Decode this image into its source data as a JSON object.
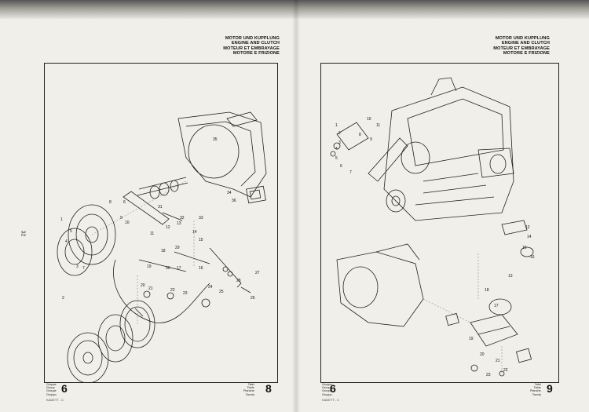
{
  "header": {
    "line1": "MOTOR UND KUPPLUNG",
    "line2": "ENGINE AND CLUTCH",
    "line3": "MOTEUR ET EMBRAYAGE",
    "line4": "MOTORE E FRIZIONE"
  },
  "left_page": {
    "page_number": "32",
    "group_label_de": "Gruppe",
    "group_label_en": "Group",
    "group_label_fr": "Groupe",
    "group_label_it": "Gruppo",
    "group_number": "6",
    "model_code": "KADETT - C",
    "plate_label_de": "Tafel",
    "plate_label_en": "Table",
    "plate_label_fr": "Planche",
    "plate_label_it": "Tavola",
    "plate_number": "8",
    "callouts": [
      "1",
      "2",
      "3",
      "4",
      "5",
      "6",
      "7",
      "8",
      "9",
      "10",
      "11",
      "12",
      "13",
      "14",
      "15",
      "16",
      "17",
      "18",
      "19",
      "20",
      "21",
      "22",
      "23",
      "24",
      "25",
      "26",
      "27",
      "28",
      "29",
      "30",
      "31",
      "32",
      "33",
      "34",
      "35",
      "36"
    ]
  },
  "right_page": {
    "group_label_de": "Gruppe",
    "group_label_en": "Group",
    "group_label_fr": "Groupe",
    "group_label_it": "Gruppo",
    "group_number": "6",
    "model_code": "KADETT - C",
    "plate_label_de": "Tafel",
    "plate_label_en": "Table",
    "plate_label_fr": "Planche",
    "plate_label_it": "Tavola",
    "plate_number": "9",
    "callouts": [
      "1",
      "2",
      "3",
      "4",
      "5",
      "6",
      "7",
      "8",
      "9",
      "10",
      "11",
      "12",
      "13",
      "14",
      "15",
      "16",
      "17",
      "18",
      "19",
      "20",
      "21",
      "22",
      "23"
    ]
  }
}
